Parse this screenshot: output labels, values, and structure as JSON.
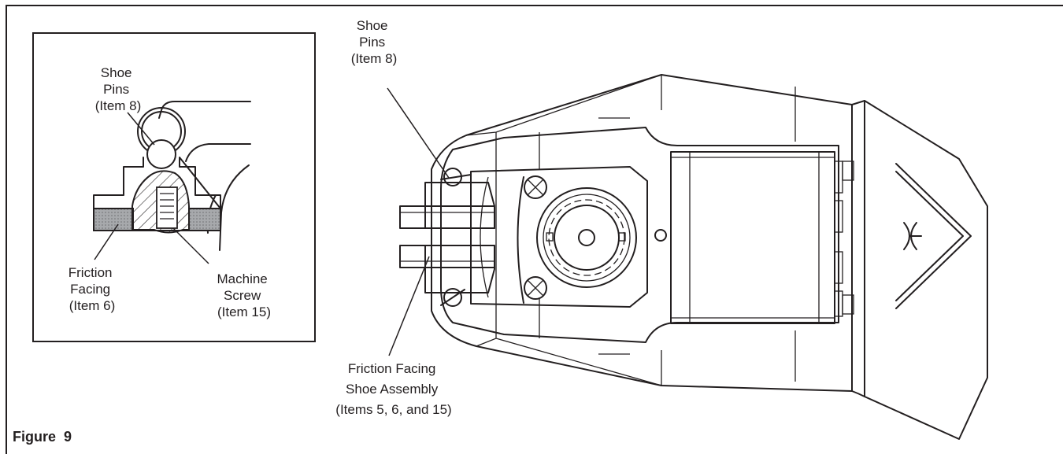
{
  "inset": {
    "shoe_pins_label": [
      "Shoe",
      "Pins",
      "(Item 8)"
    ],
    "friction_facing_label": [
      "Friction",
      "Facing",
      "(Item 6)"
    ],
    "machine_screw_label": [
      "Machine",
      "Screw",
      "(Item 15)"
    ]
  },
  "main": {
    "shoe_pins_label": [
      "Shoe",
      "Pins",
      "(Item 8)"
    ],
    "shoe_assembly_label": [
      "Friction Facing",
      "Shoe Assembly",
      "(Items 5, 6, and 15)"
    ]
  },
  "figure_caption": "Figure  9",
  "colors": {
    "line": "#231f20",
    "facing_fill": "#a7a9ac",
    "background": "#ffffff"
  }
}
